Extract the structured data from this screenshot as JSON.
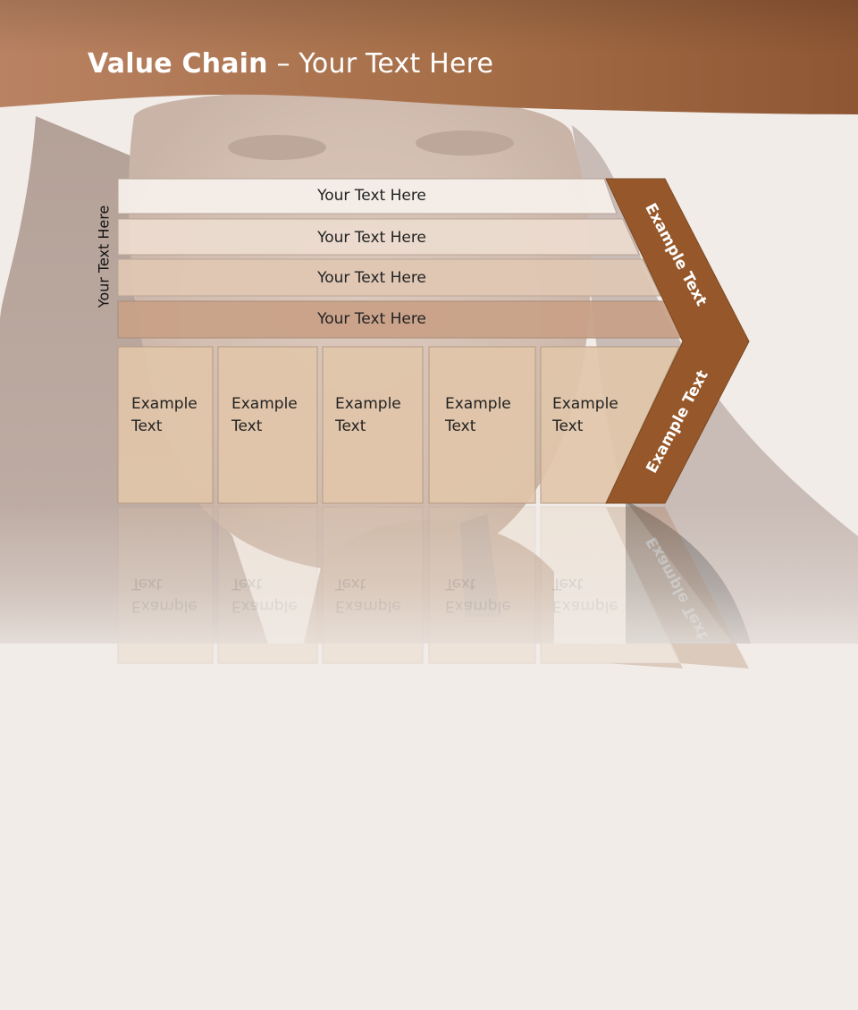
{
  "title": {
    "bold": "Value Chain",
    "rest": " – Your Text Here"
  },
  "side_label": "Your Text Here",
  "rows": [
    {
      "label": "Your Text Here"
    },
    {
      "label": "Your Text Here"
    },
    {
      "label": "Your Text Here"
    },
    {
      "label": "Your Text Here"
    }
  ],
  "columns": [
    {
      "line1": "Example",
      "line2": "Text"
    },
    {
      "line1": "Example",
      "line2": "Text"
    },
    {
      "line1": "Example",
      "line2": "Text"
    },
    {
      "line1": "Example",
      "line2": "Text"
    },
    {
      "line1": "Example",
      "line2": "Text"
    }
  ],
  "chevron_labels": {
    "top": "Example Text",
    "bottom": "Example Text"
  },
  "colors": {
    "header": "#a36c45",
    "chevron": "#96582a",
    "row_fills": [
      "#f6f0eb",
      "#ecdccf",
      "#e0c7b4",
      "#c8a087"
    ],
    "column_fill": "#e1c6a9"
  }
}
